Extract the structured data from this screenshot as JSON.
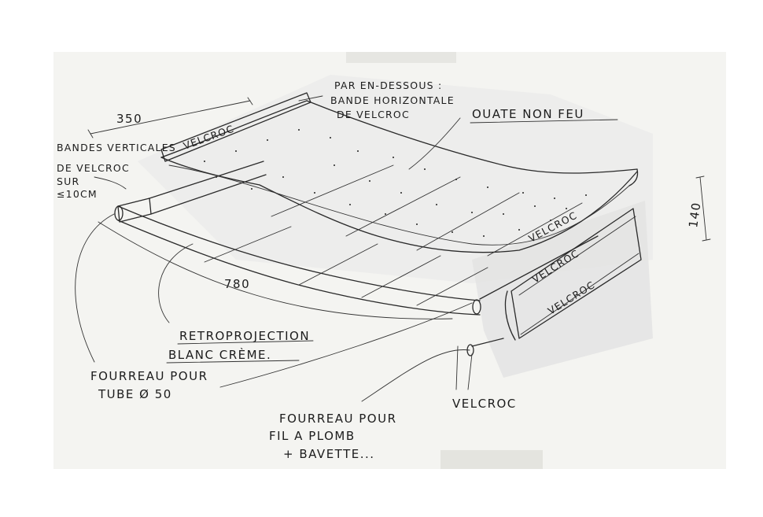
{
  "labels": {
    "dim_350": "350",
    "dim_780": "780",
    "dim_140": "140",
    "bandes_1": "BANDES VERTICALES",
    "bandes_2": "DE VELCROC",
    "bandes_3": "SUR",
    "bandes_4": "≤10CM",
    "par_1": "PAR EN-DESSOUS :",
    "par_2": "BANDE HORIZONTALE",
    "par_3": "DE VELCROC",
    "ouate": "OUATE  NON  FEU",
    "retro_1": "RETROPROJECTION",
    "retro_2": "BLANC CRÈME.",
    "fourreau_tube_1": "FOURREAU  POUR",
    "fourreau_tube_2": "TUBE  Ø 50",
    "fourreau_fil_1": "FOURREAU POUR",
    "fourreau_fil_2": "FIL  A  PLOMB",
    "fourreau_fil_3": "+ BAVETTE...",
    "velcroc_bottom": "VELCROC",
    "velcroc_top_strip": "VELCROC",
    "velcroc_right_strip": "VELCROC",
    "velcroc_side_1": "VELCROC",
    "velcroc_side_2": "VELCROC"
  }
}
